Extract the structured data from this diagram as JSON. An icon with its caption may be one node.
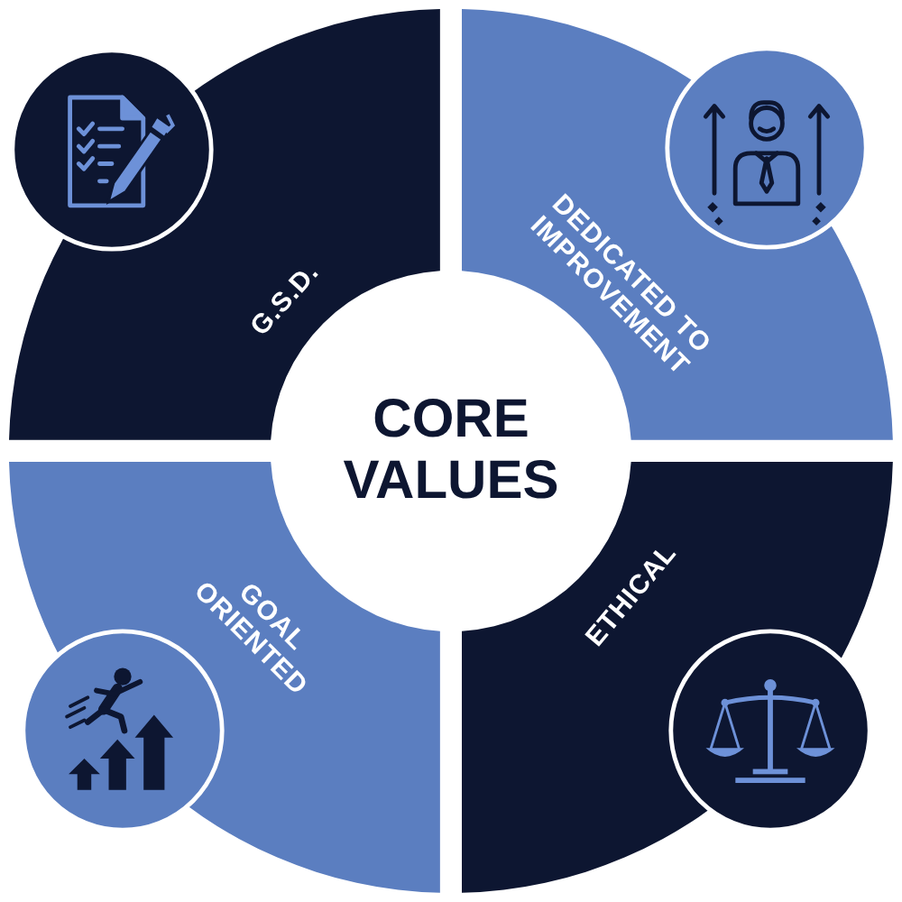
{
  "diagram": {
    "title": "CORE VALUES",
    "nodes": [
      {
        "text": [
          "G.S.D."
        ]
      },
      {
        "text": [
          "DEDICATED TO IMPROVEMENT"
        ]
      },
      {
        "text": [
          "GOAL ORIENTED"
        ]
      },
      {
        "text": [
          "ETHICAL"
        ]
      }
    ]
  }
}
